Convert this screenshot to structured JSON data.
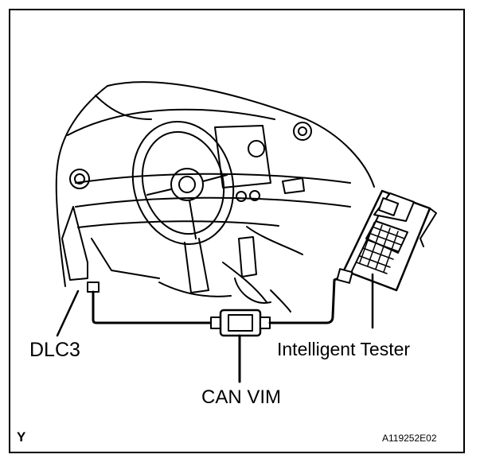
{
  "labels": {
    "dlc3": "DLC3",
    "intelligent_tester": "Intelligent Tester",
    "can_vim": "CAN VIM",
    "corner_mark": "Y",
    "figure_code": "A119252E02"
  }
}
